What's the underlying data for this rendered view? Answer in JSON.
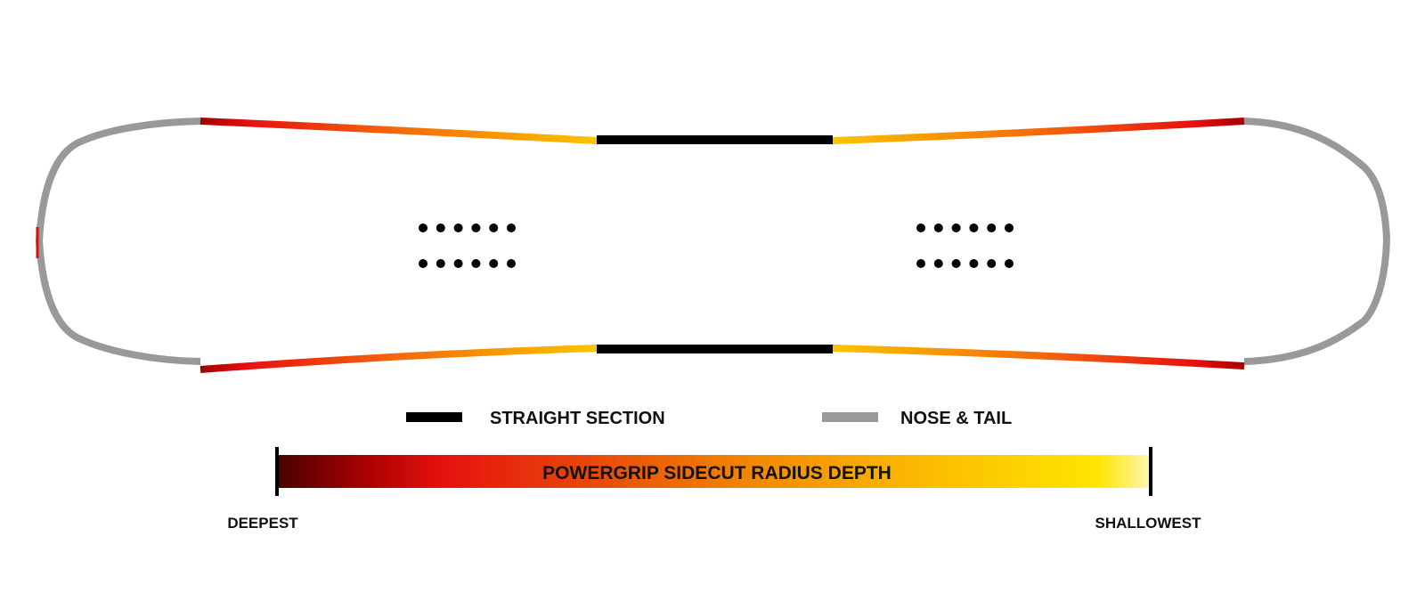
{
  "legend": {
    "straight_label": "STRAIGHT SECTION",
    "nose_tail_label": "NOSE & TAIL"
  },
  "depth_bar": {
    "title": "POWERGRIP SIDECUT RADIUS DEPTH",
    "deepest_label": "DEEPEST",
    "shallowest_label": "SHALLOWEST"
  },
  "colors": {
    "straight": "#000000",
    "nose_tail": "#999999",
    "gradient": [
      "#4a0202",
      "#a80000",
      "#e6120e",
      "#e8450a",
      "#f28a00",
      "#fbbd00",
      "#ffe600",
      "#fff6b0"
    ]
  },
  "inserts": {
    "per_row": 6,
    "rows_per_pack": 2,
    "packs": 2
  }
}
